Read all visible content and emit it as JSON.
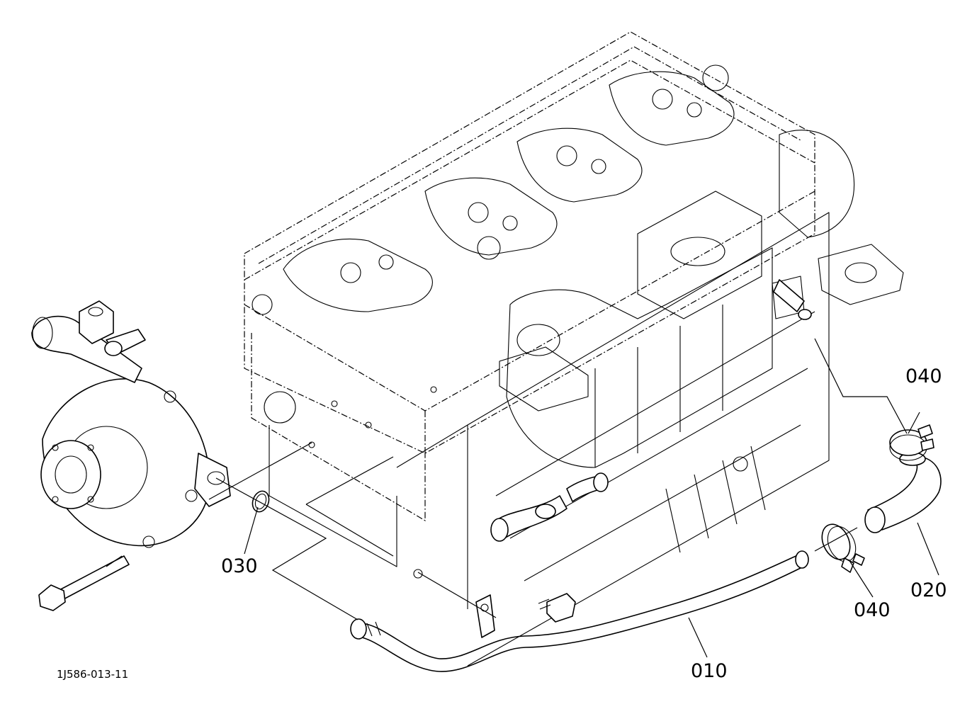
{
  "drawing_number": "1J586-013-11",
  "callouts": {
    "part_010": "010",
    "part_020": "020",
    "part_030": "030",
    "part_040_upper": "040",
    "part_040_lower": "040"
  }
}
